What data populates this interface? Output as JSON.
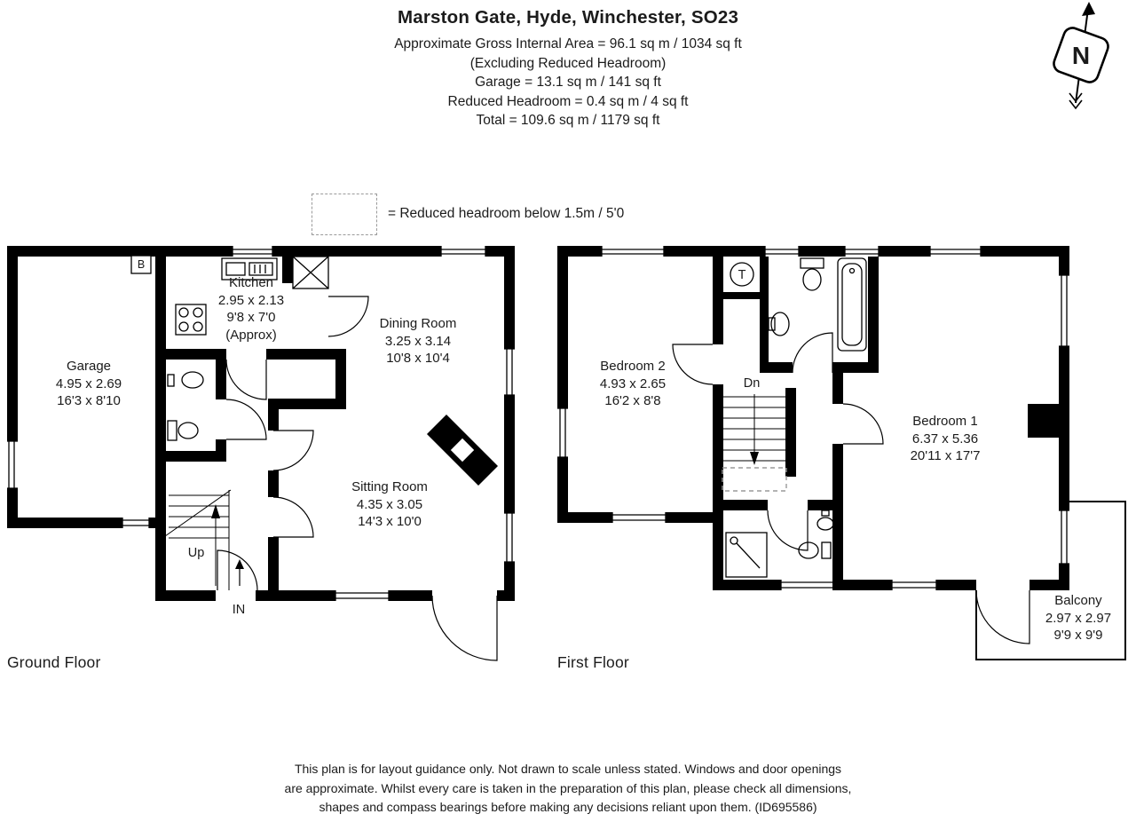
{
  "header": {
    "title": "Marston Gate, Hyde, Winchester, SO23",
    "lines": [
      "Approximate Gross Internal Area = 96.1 sq m / 1034 sq ft",
      "(Excluding Reduced Headroom)",
      "Garage = 13.1 sq m / 141 sq ft",
      "Reduced Headroom = 0.4 sq m / 4 sq ft",
      "Total = 109.6 sq m / 1179 sq ft"
    ]
  },
  "compass": {
    "label": "N"
  },
  "legend": {
    "text": "= Reduced headroom below 1.5m / 5'0"
  },
  "ground_floor": {
    "label": "Ground Floor",
    "rooms": [
      {
        "name": "Garage",
        "metric": "4.95 x 2.69",
        "imperial": "16'3 x 8'10"
      },
      {
        "name": "Kitchen",
        "metric": "2.95 x 2.13",
        "imperial": "9'8 x 7'0",
        "note": "(Approx)"
      },
      {
        "name": "Dining Room",
        "metric": "3.25 x 3.14",
        "imperial": "10'8 x 10'4"
      },
      {
        "name": "Sitting Room",
        "metric": "4.35 x 3.05",
        "imperial": "14'3 x 10'0"
      }
    ],
    "stairs_label": "Up",
    "entrance_label": "IN",
    "boiler_label": "B"
  },
  "first_floor": {
    "label": "First Floor",
    "rooms": [
      {
        "name": "Bedroom 2",
        "metric": "4.93 x 2.65",
        "imperial": "16'2 x 8'8"
      },
      {
        "name": "Bedroom 1",
        "metric": "6.37 x 5.36",
        "imperial": "20'11 x 17'7"
      },
      {
        "name": "Balcony",
        "metric": "2.97 x 2.97",
        "imperial": "9'9 x 9'9"
      }
    ],
    "stairs_label": "Dn",
    "tank_label": "T"
  },
  "footer": {
    "lines": [
      "This plan is for layout guidance only. Not drawn to scale unless stated. Windows and door openings",
      "are approximate. Whilst every care is taken in the preparation of this plan, please check all dimensions,",
      "shapes and compass bearings before making any decisions reliant upon them. (ID695586)"
    ]
  }
}
